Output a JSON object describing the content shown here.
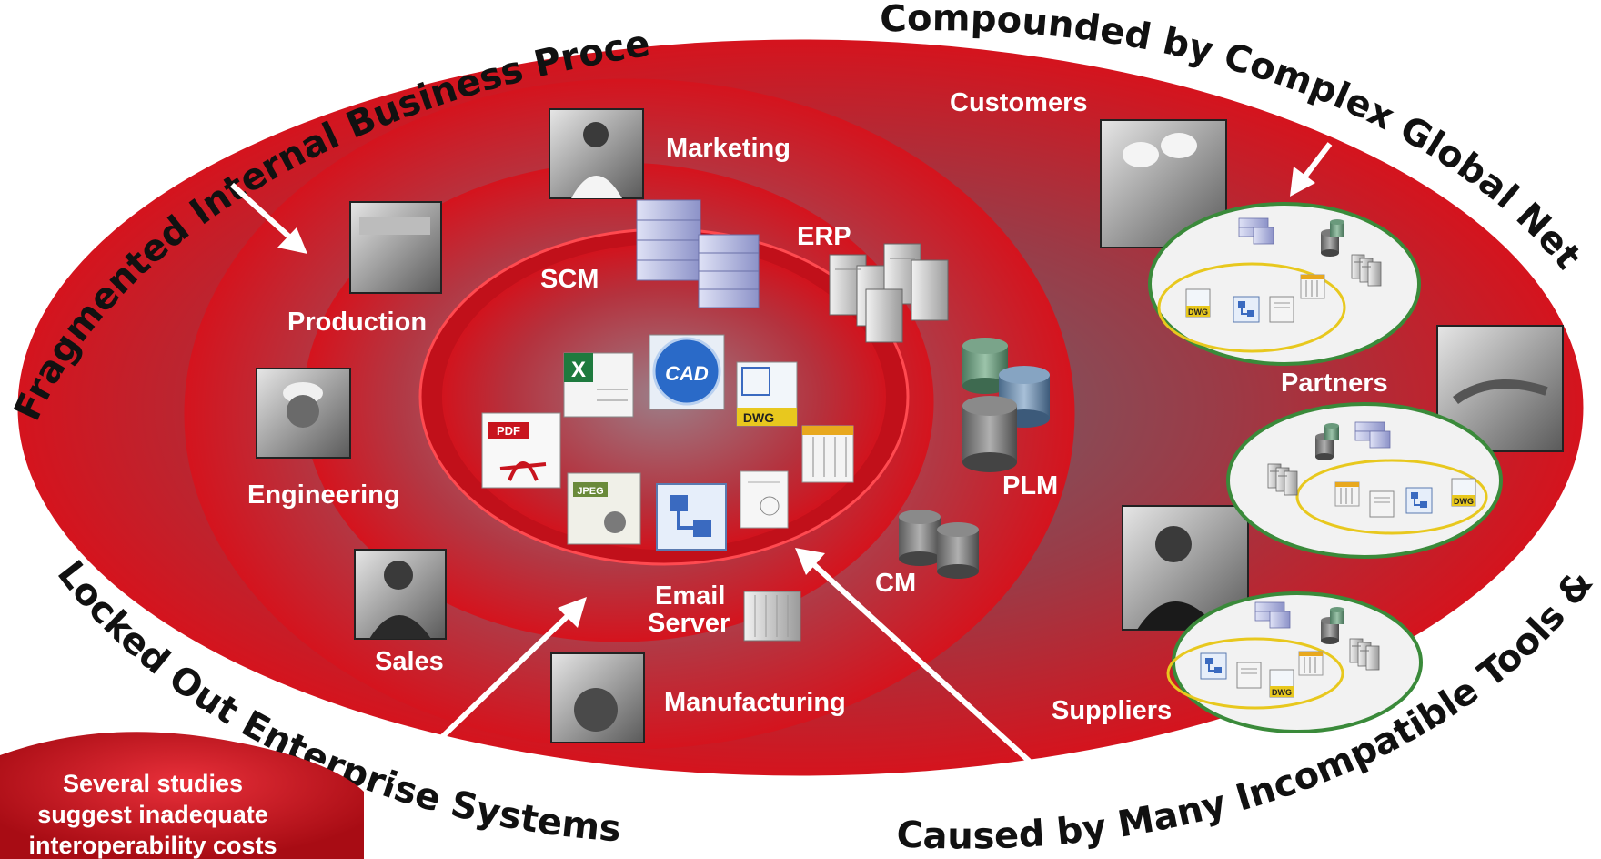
{
  "arc_labels": {
    "top_left": "Fragmented Internal Business Processes",
    "top_right": "Compounded by Complex Global Network",
    "bottom_left": "Locked Out Enterprise Systems Users",
    "bottom_right": "Caused by Many Incompatible Tools & Formats"
  },
  "departments": {
    "marketing": "Marketing",
    "production": "Production",
    "engineering": "Engineering",
    "sales": "Sales",
    "manufacturing": "Manufacturing"
  },
  "systems": {
    "scm": "SCM",
    "erp": "ERP",
    "plm": "PLM",
    "cm": "CM",
    "email_line1": "Email",
    "email_line2": "Server"
  },
  "network": {
    "customers": "Customers",
    "partners": "Partners",
    "suppliers": "Suppliers"
  },
  "file_icons": {
    "cad": "CAD",
    "dwg": "DWG",
    "pdf": "PDF",
    "jpeg": "JPEG"
  },
  "callout": {
    "line1": "Several studies",
    "line2": "suggest inadequate",
    "line3": "interoperability costs"
  },
  "colors": {
    "red": "#d4141e",
    "grey_center": "#8a8a94",
    "green_ring": "#3a8a3a",
    "yellow_ring": "#e8c81e"
  }
}
